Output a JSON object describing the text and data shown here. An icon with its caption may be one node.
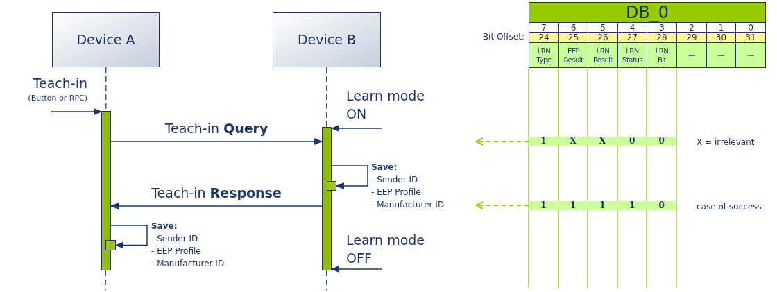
{
  "diagram": {
    "nodes": [
      {
        "text": [
          "Device A"
        ]
      },
      {
        "text": [
          "Device B"
        ]
      },
      {
        "text": [],
        "shape": "bar"
      },
      {
        "text": [],
        "shape": "bar"
      },
      {
        "text": [],
        "shape": "box"
      },
      {
        "text": [],
        "shape": "box"
      },
      {
        "text": [
          "1",
          "X",
          "X",
          "0",
          "0"
        ]
      },
      {
        "text": [
          "1",
          "1",
          "1",
          "1",
          "0"
        ]
      }
    ],
    "edges": [
      {
        "from": 0,
        "to": 2,
        "arrow": "none",
        "style": "dashed"
      },
      {
        "from": 1,
        "to": 3,
        "arrow": "none",
        "style": "dashed"
      },
      {
        "from": null,
        "to": 2,
        "arrow": "to"
      },
      {
        "from": null,
        "to": 3,
        "arrow": "to"
      },
      {
        "from": 2,
        "to": 3,
        "arrow": "to",
        "label": "Teach-in **Query**"
      },
      {
        "from": 3,
        "to": 4,
        "arrow": "to"
      },
      {
        "from": 3,
        "to": 2,
        "arrow": "to",
        "label": "Teach-in **Response**"
      },
      {
        "from": 6,
        "to": null,
        "arrow": "to",
        "style": "dashed",
        "color": "#99cc00"
      },
      {
        "from": 7,
        "to": null,
        "arrow": "to",
        "style": "dashed",
        "color": "#99cc00"
      },
      {
        "from": 2,
        "to": 5,
        "arrow": "to"
      },
      {
        "from": null,
        "to": 3,
        "arrow": "to"
      }
    ],
    "labels": [
      "Teach-in",
      "(Button or RPC)",
      "Learn mode ON",
      "Save:",
      "- Sender ID",
      "- EEP Profile",
      "- Manufacturer ID",
      "Learn mode OFF",
      "Save:",
      "- Sender ID",
      "- EEP Profile",
      "- Manufacturer ID",
      "DB_0",
      "7",
      "6",
      "5",
      "4",
      "3",
      "2",
      "1",
      "0",
      "Bit Offset:",
      "24",
      "25",
      "26",
      "27",
      "28",
      "29",
      "30",
      "31",
      "LRN Type",
      "EEP Result",
      "LRN Result",
      "LRN Status",
      "LRN Bit",
      "---",
      "---",
      "---",
      "X = irrelevant",
      "case of success"
    ]
  }
}
